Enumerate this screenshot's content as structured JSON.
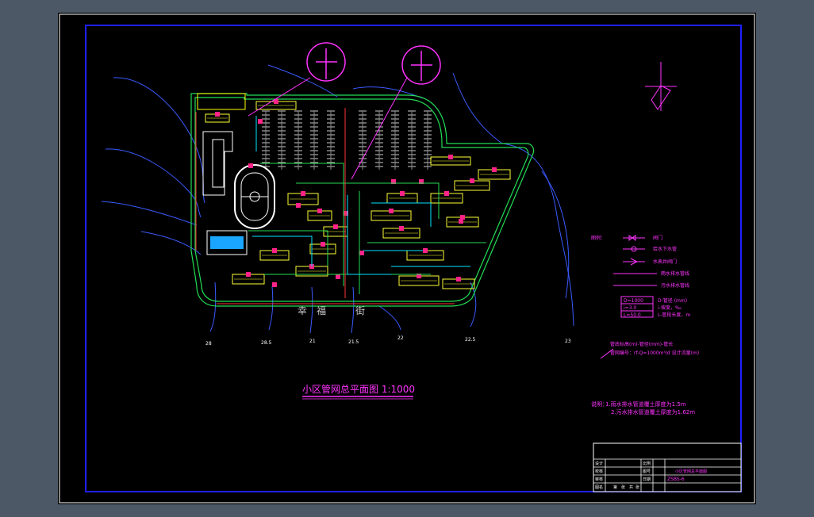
{
  "drawing": {
    "title": "小区管网总平面图 1:1000",
    "street_chars": [
      "幸",
      "福",
      "街"
    ],
    "contours": [
      "28",
      "28.5",
      "21",
      "21.5",
      "22",
      "22.5",
      "23"
    ],
    "legend": {
      "header": "图例：",
      "rows": [
        "阀门",
        "给水下水管",
        "水表井阀门",
        "雨水排水管线",
        "污水排水管线"
      ],
      "spec_lines": [
        "D=1000",
        "i=3.0",
        "L=50.0"
      ],
      "spec_labels": [
        "D-管径 (mm)",
        "i-坡度，‰",
        "L-管段长度，m"
      ],
      "elev_line1": "管底标高(m)-管径(mm)-管长",
      "elev_line2": "管网编号：rf-Q=1000m³/d 设计流量(m)"
    },
    "notes": {
      "header": "说明：",
      "line1": "1.雨水排水管道覆土厚度为1.5m",
      "line2": "2.污水排水管道覆土厚度为1.62m"
    },
    "title_block": {
      "project": "小区管网总平面图",
      "drawing_no": "ZSBS-6",
      "cells": [
        "设计",
        "校核",
        "审核",
        "比例",
        "图号",
        "日期",
        "图名",
        "第",
        "张",
        "共",
        "张"
      ]
    }
  }
}
